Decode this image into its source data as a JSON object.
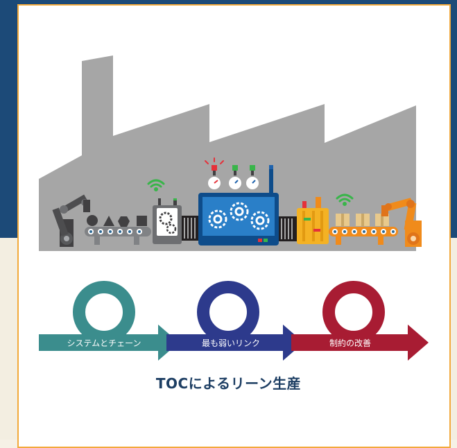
{
  "diagram": {
    "title": "TOCによるリーン生産",
    "stages": [
      {
        "label": "システムとチェーン",
        "color": "#3b8d8d"
      },
      {
        "label": "最も弱いリンク",
        "color": "#2d3a8c"
      },
      {
        "label": "制約の改善",
        "color": "#a81c33"
      }
    ]
  },
  "colors": {
    "background": "#1c4a78",
    "card_border": "#f2a93b",
    "factory": "#a6a6a6",
    "machine_blue": "#1f63ad",
    "machine_yellow": "#f4b224",
    "robot_orange": "#f08b1b",
    "signal_green": "#39b54a",
    "alert_red": "#e5313a"
  },
  "icons": [
    "robot-arm-icon",
    "conveyor-icon",
    "gear-icon",
    "pressure-gauge-icon",
    "wifi-signal-icon",
    "box-icon"
  ]
}
